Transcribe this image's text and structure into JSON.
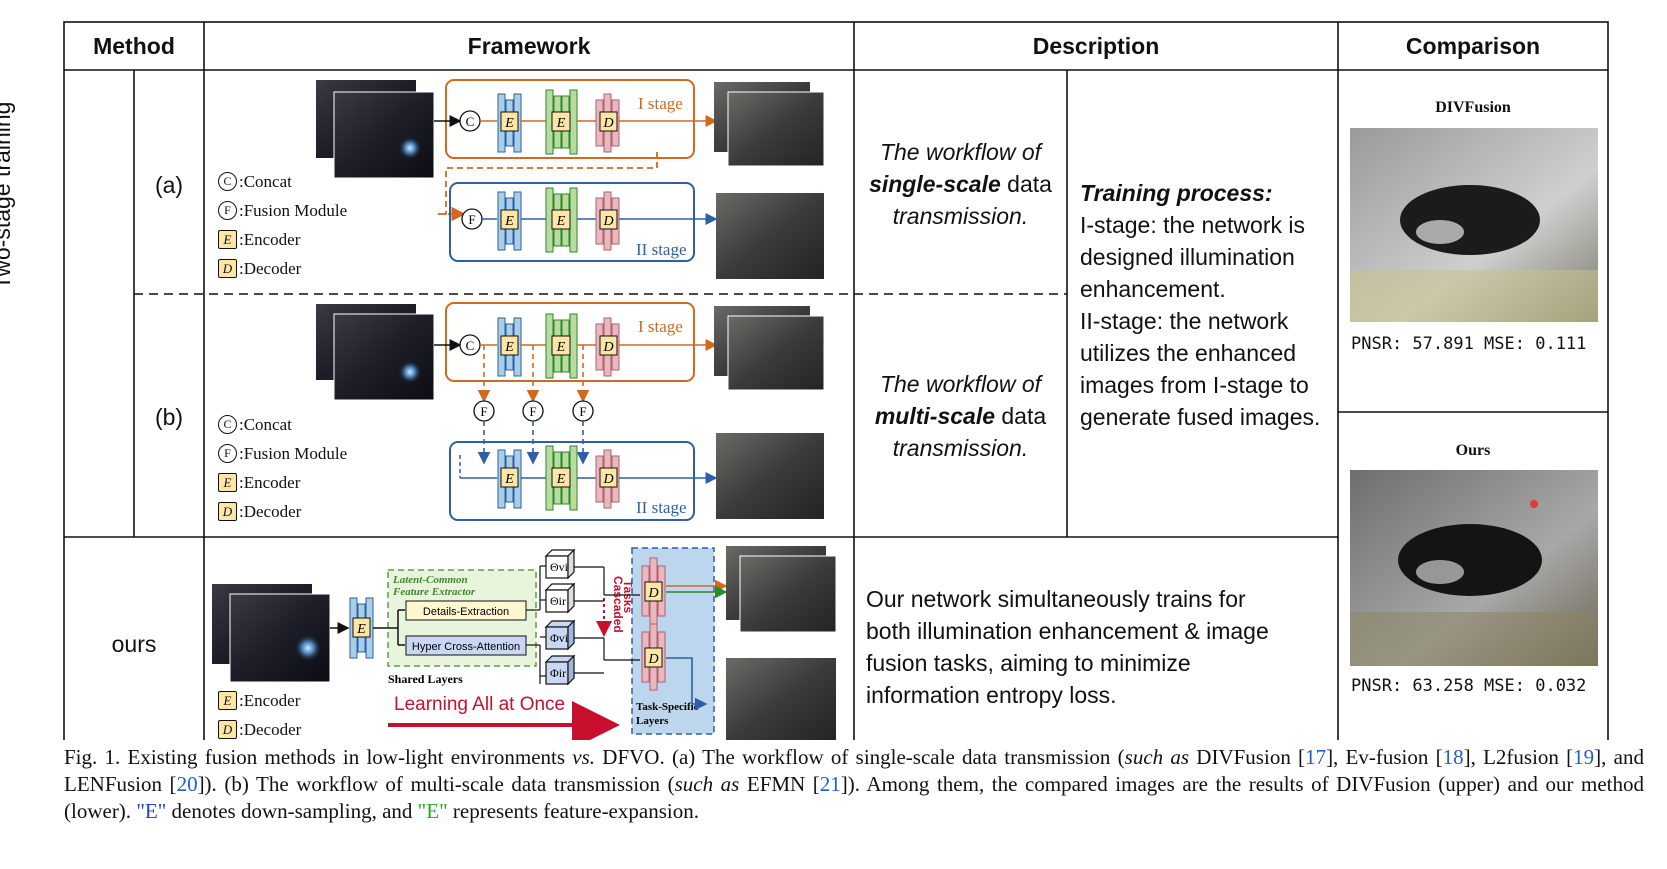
{
  "table": {
    "headers": {
      "method": "Method",
      "framework": "Framework",
      "description": "Description",
      "comparison": "Comparison"
    },
    "group_label": "Two-stage training",
    "rows": [
      {
        "label": "(a)",
        "workflow_lines": [
          "The workflow of",
          "single-scale",
          " data",
          "transmission."
        ]
      },
      {
        "label": "(b)",
        "workflow_lines": [
          "The workflow of",
          "multi-scale",
          " data",
          "transmission."
        ]
      },
      {
        "label": "ours",
        "desc_lines": [
          "Our network simultaneously trains for",
          "both illumination enhancement & image",
          "fusion tasks, aiming to minimize",
          "information entropy loss."
        ]
      }
    ],
    "training": {
      "title": "Training process:",
      "lines": [
        "I-stage: the network is",
        "designed illumination",
        "enhancement.",
        "II-stage: the network",
        "utilizes the enhanced",
        "images from I-stage to",
        "generate fused images."
      ]
    }
  },
  "legend": {
    "concat": ":Concat",
    "fusion": ":Fusion Module",
    "encoder": ":Encoder",
    "decoder": ":Decoder",
    "c": "C",
    "f": "F",
    "e": "E",
    "d": "D"
  },
  "diagram": {
    "stage1": "I stage",
    "stage2": "II stage",
    "lcfe": [
      "Latent-Common",
      "Feature Extractor"
    ],
    "details": "Details-Extraction",
    "hca": "Hyper Cross-Attention",
    "shared": "Shared Layers",
    "cascaded": [
      "Cascaded",
      "Tasks"
    ],
    "task_specific": [
      "Task-Specific",
      "Layers"
    ],
    "learning": "Learning All at Once",
    "theta_vi": "Θvi",
    "theta_ir": "Θir",
    "phi_vi": "Φvi",
    "phi_ir": "Φir"
  },
  "comparison": {
    "top": {
      "name": "DIVFusion",
      "metric": "PNSR: 57.891 MSE: 0.111"
    },
    "bottom": {
      "name": "Ours",
      "metric": "PNSR: 63.258 MSE: 0.032"
    }
  },
  "caption": {
    "p1": "Fig. 1.  Existing fusion methods in low-light environments ",
    "vs": "vs.",
    "p2": " DFVO. (a) The workflow of single-scale data transmission (",
    "such1": "such as",
    "p3": " DIVFusion [",
    "r17": "17",
    "p4": "], Ev-fusion [",
    "r18": "18",
    "p5": "], L2fusion [",
    "r19": "19",
    "p6": "], and LENFusion [",
    "r20": "20",
    "p7": "]). (b) The workflow of multi-scale data transmission (",
    "such2": "such as",
    "p8": " EFMN [",
    "r21": "21",
    "p9": "]). Among them, the compared images are the results of DIVFusion (upper) and our method (lower). ",
    "e1": "\"E\"",
    "p10": " denotes down-sampling, and ",
    "e2": "\"E\"",
    "p11": " represents feature-expansion."
  },
  "colors": {
    "orange": "#d2691e",
    "blue": "#2f5ea8",
    "enc_blue": "#a9cfe6",
    "enc_green": "#b9dba0",
    "dec_pink": "#e9b8bf",
    "lab_yellow": "#fbe6a6",
    "red_arrow": "#c8102e"
  }
}
